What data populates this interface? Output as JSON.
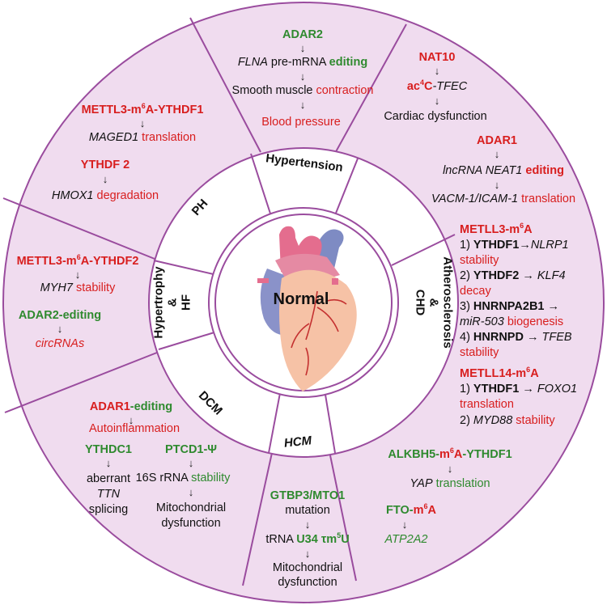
{
  "center": {
    "label": "Normal"
  },
  "sector_labels": {
    "hypertension": "Hypertension",
    "atherosclerosis_1": "Atherosclerosis",
    "atherosclerosis_2": "&",
    "atherosclerosis_3": "CHD",
    "hcm": "HCM",
    "dcm": "DCM",
    "hf_1": "Hypertrophy",
    "hf_2": "&",
    "hf_3": "HF",
    "ph": "PH"
  },
  "hypertension": {
    "l1": "ADAR2",
    "l2a": "FLNA",
    "l2b": " pre-mRNA ",
    "l2c": "editing",
    "l3a": "Smooth muscle ",
    "l3b": "contraction",
    "l4": "Blood pressure"
  },
  "nat10": {
    "l1": "NAT10",
    "l2a": "ac",
    "l2sup": "4",
    "l2b": "C",
    "l2c": "-TFEC",
    "l3": "Cardiac dysfunction"
  },
  "adar1": {
    "l1": "ADAR1",
    "l2a": "lncRNA NEAT1",
    "l2b": " editing",
    "l3a": "VACM-1/ICAM-1",
    "l3b": " translation"
  },
  "mettl3_athero": {
    "title": "METLL3-m",
    "title_sup": "6",
    "title_end": "A",
    "i1a": "1) ",
    "i1b": "YTHDF1",
    "i1c": "→",
    "i1d": "NLRP1",
    "i1e": "stability",
    "i2a": "2) ",
    "i2b": "YTHDF2",
    "i2c": " → ",
    "i2d": "KLF4",
    "i2e": "decay",
    "i3a": "3) ",
    "i3b": "HNRNPA2B1",
    "i3c": " →",
    "i3d": "miR-503",
    "i3e": " biogenesis",
    "i4a": "4) ",
    "i4b": "HNRNPD",
    "i4c": " → ",
    "i4d": "TFEB",
    "i4e": "stability"
  },
  "mettl14": {
    "title": "METLL14-m",
    "title_sup": "6",
    "title_end": "A",
    "i1a": "1) ",
    "i1b": "YTHDF1",
    "i1c": " → ",
    "i1d": "FOXO1",
    "i1e": "translation",
    "i2a": "2) ",
    "i2b": "MYD88",
    "i2c": " stability"
  },
  "alkbh5": {
    "l1a": "ALKBH5-",
    "l1b": "m",
    "l1sup": "6",
    "l1c": "A",
    "l1d": "-YTHDF1",
    "l2a": "YAP",
    "l2b": " translation",
    "l3a": "FTO-",
    "l3b": "m",
    "l3sup": "6",
    "l3c": "A",
    "l4": "ATP2A2"
  },
  "hcm_text": {
    "l1": "GTBP3/MTO1",
    "l2": "mutation",
    "l3a": "tRNA ",
    "l3b": "U34 τm",
    "l3sup": "5",
    "l3c": "U",
    "l4": "Mitochondrial",
    "l5": "dysfunction"
  },
  "dcm_text": {
    "l1a": "ADAR1",
    "l1b": "-editing",
    "l2": "Autoinflammation",
    "c1": "YTHDC1",
    "c2": "aberrant",
    "c3": "TTN",
    "c4": "splicing",
    "p1": "PTCD1-Ψ",
    "p2a": "16S rRNA ",
    "p2b": "stability",
    "p3": "Mitochondrial",
    "p4": "dysfunction"
  },
  "hf_text": {
    "l1": "METTL3-m",
    "l1sup": "6",
    "l1c": "A-YTHDF2",
    "l2a": "MYH7",
    "l2b": " stability",
    "l3": "ADAR2-editing",
    "l4": "circRNAs"
  },
  "ph_text": {
    "l1": "METTL3-m",
    "l1sup": "6",
    "l1c": "A-YTHDF1",
    "l2a": "MAGED1",
    "l2b": " translation",
    "l3": "YTHDF 2",
    "l4a": "HMOX1",
    "l4b": " degradation"
  },
  "arrow": "↓",
  "colors": {
    "outer_fill": "#f0dcef",
    "line": "#9a4c9e",
    "red": "#d81e1e",
    "green": "#2f8a2f"
  }
}
